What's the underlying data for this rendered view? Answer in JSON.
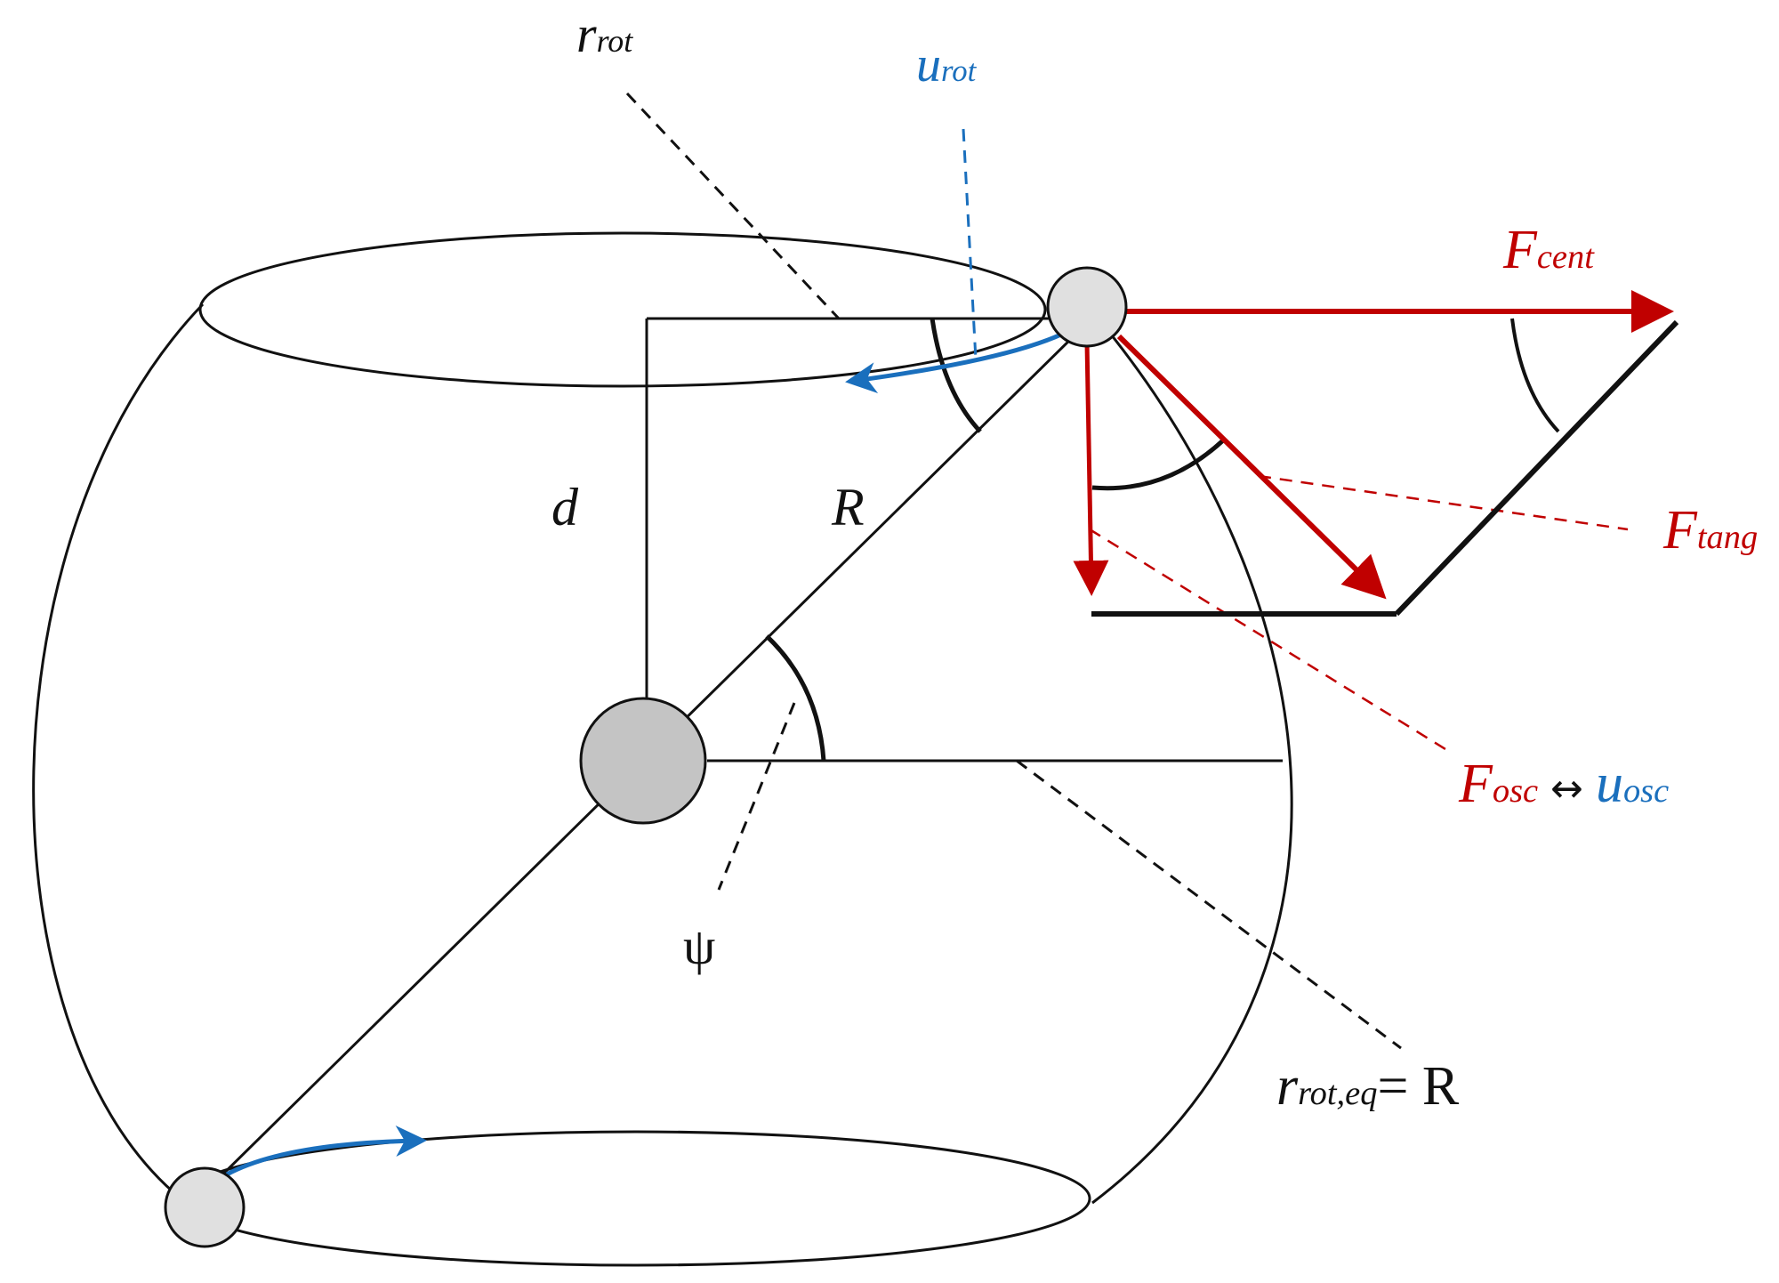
{
  "colors": {
    "black": "#111111",
    "red": "#c00000",
    "blue": "#1a6fbd",
    "ball_fill": "#e0e0e0",
    "center_fill": "#c4c4c4"
  },
  "labels": {
    "r_rot": {
      "main": "r",
      "sub": "rot"
    },
    "u_rot": {
      "main": "u",
      "sub": "rot"
    },
    "F_cent": {
      "main": "F",
      "sub": "cent"
    },
    "F_tang": {
      "main": "F",
      "sub": "tang"
    },
    "d": "d",
    "R": "R",
    "psi": "ψ",
    "F_osc": {
      "main": "F",
      "sub": "osc"
    },
    "equiv_arrow": "↔",
    "u_osc": {
      "main": "u",
      "sub": "osc"
    },
    "r_rot_eq": {
      "main": "r",
      "sub": "rot,eq",
      "rest": "= R"
    }
  }
}
